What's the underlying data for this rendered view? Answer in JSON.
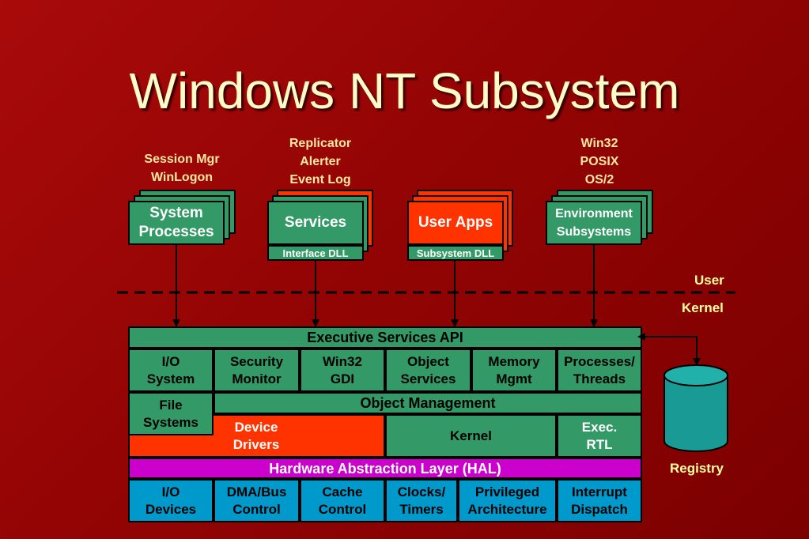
{
  "title": "Windows NT Subsystem",
  "top_labels": {
    "system": "Session Mgr\nWinLogon",
    "services": "Replicator\nAlerter\nEvent Log",
    "environment": "Win32\nPOSIX\nOS/2"
  },
  "processes": {
    "system": "System\nProcesses",
    "services": "Services",
    "user_apps": "User Apps",
    "environment": "Environment\nSubsystems"
  },
  "dlls": {
    "interface": "Interface DLL",
    "subsystem": "Subsystem DLL"
  },
  "mode_labels": {
    "user": "User",
    "kernel": "Kernel"
  },
  "executive": {
    "api": "Executive Services API",
    "components": [
      "I/O\nSystem",
      "Security\nMonitor",
      "Win32\nGDI",
      "Object\nServices",
      "Memory\nMgmt",
      "Processes/\nThreads"
    ],
    "file_systems": "File\nSystems",
    "object_management": "Object Management",
    "device_drivers": "Device\nDrivers",
    "kernel": "Kernel",
    "exec_rtl": "Exec.\nRTL"
  },
  "hal": "Hardware Abstraction Layer (HAL)",
  "hardware": [
    "I/O\nDevices",
    "DMA/Bus\nControl",
    "Cache\nControl",
    "Clocks/\nTimers",
    "Privileged\nArchitecture",
    "Interrupt\nDispatch"
  ],
  "registry": "Registry",
  "colors": {
    "background": "#930404",
    "green": "#339966",
    "red": "#ff3300",
    "magenta": "#cc00cc",
    "blue": "#0099cc",
    "title": "#fffcc8",
    "label": "#ffff99"
  }
}
